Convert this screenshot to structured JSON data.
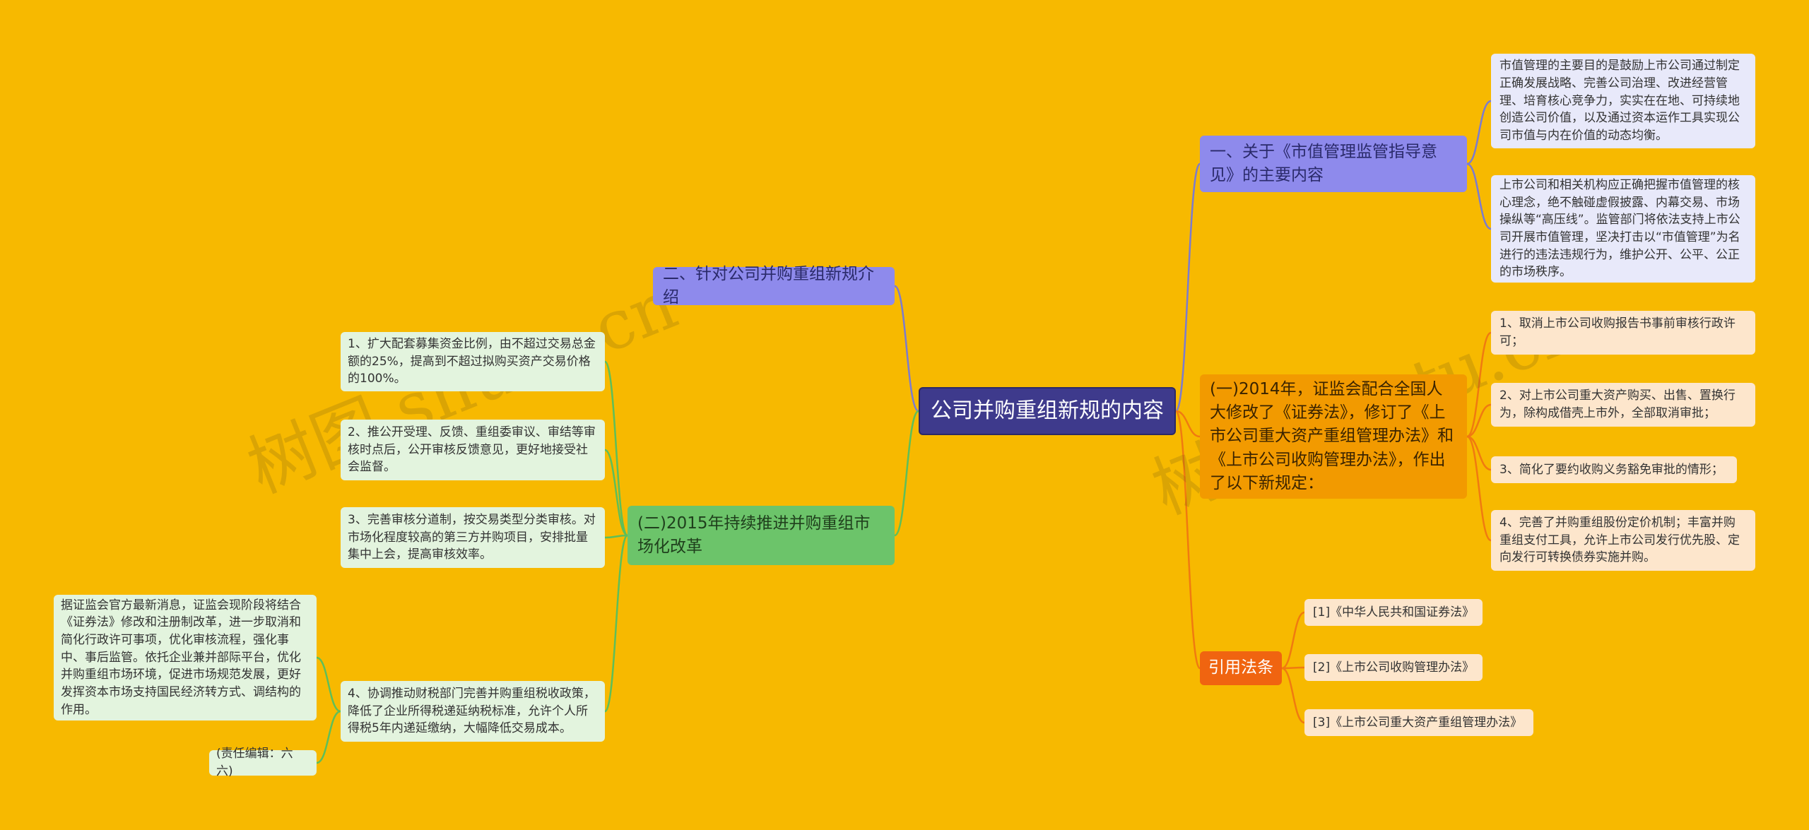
{
  "center": "公司并购重组新规的内容",
  "right": {
    "branch1": {
      "title": "一、关于《市值管理监管指导意见》的主要内容",
      "leaves": [
        "市值管理的主要目的是鼓励上市公司通过制定正确发展战略、完善公司治理、改进经营管理、培育核心竞争力，实实在在地、可持续地创造公司价值，以及通过资本运作工具实现公司市值与内在价值的动态均衡。",
        "上市公司和相关机构应正确把握市值管理的核心理念，绝不触碰虚假披露、内幕交易、市场操纵等“高压线”。监管部门将依法支持上市公司开展市值管理，坚决打击以“市值管理”为名进行的违法违规行为，维护公开、公平、公正的市场秩序。"
      ]
    },
    "branch2": {
      "title": "(一)2014年，证监会配合全国人大修改了《证券法》，修订了《上市公司重大资产重组管理办法》和《上市公司收购管理办法》，作出了以下新规定：",
      "leaves": [
        "1、取消上市公司收购报告书事前审核行政许可；",
        "2、对上市公司重大资产购买、出售、置换行为，除构成借壳上市外，全部取消审批；",
        "3、简化了要约收购义务豁免审批的情形；",
        "4、完善了并购重组股份定价机制；丰富并购重组支付工具，允许上市公司发行优先股、定向发行可转换债券实施并购。"
      ]
    },
    "branch3": {
      "title": "引用法条",
      "leaves": [
        "[1]《中华人民共和国证券法》",
        "[2]《上市公司收购管理办法》",
        "[3]《上市公司重大资产重组管理办法》"
      ]
    }
  },
  "left": {
    "branch1": {
      "title": "二、针对公司并购重组新规介绍"
    },
    "branch2": {
      "title": "(二)2015年持续推进并购重组市场化改革",
      "leaves": [
        "1、扩大配套募集资金比例，由不超过交易总金额的25%，提高到不超过拟购买资产交易价格的100%。",
        "2、推公开受理、反馈、重组委审议、审结等审核时点后，公开审核反馈意见，更好地接受社会监督。",
        "3、完善审核分道制，按交易类型分类审核。对市场化程度较高的第三方并购项目，安排批量集中上会，提高审核效率。",
        "4、协调推动财税部门完善并购重组税收政策，降低了企业所得税递延纳税标准，允许个人所得税5年内递延缴纳，大幅降低交易成本。"
      ],
      "sub": [
        "据证监会官方最新消息，证监会现阶段将结合《证券法》修改和注册制改革，进一步取消和简化行政许可事项，优化审核流程，强化事中、事后监管。依托企业兼并部际平台，优化并购重组市场环境，促进市场规范发展，更好发挥资本市场支持国民经济转方式、调结构的作用。",
        "(责任编辑：六六)"
      ]
    }
  },
  "watermarks": [
    "树图 shutu.cn",
    "树图 shutu.cn"
  ],
  "colors": {
    "background": "#F7B900",
    "center": "#3E3A8C",
    "purple_branch": "#8E8AEC",
    "green_branch": "#6CC46A",
    "orange_branch": "#F29A00",
    "red_branch": "#F06410"
  }
}
